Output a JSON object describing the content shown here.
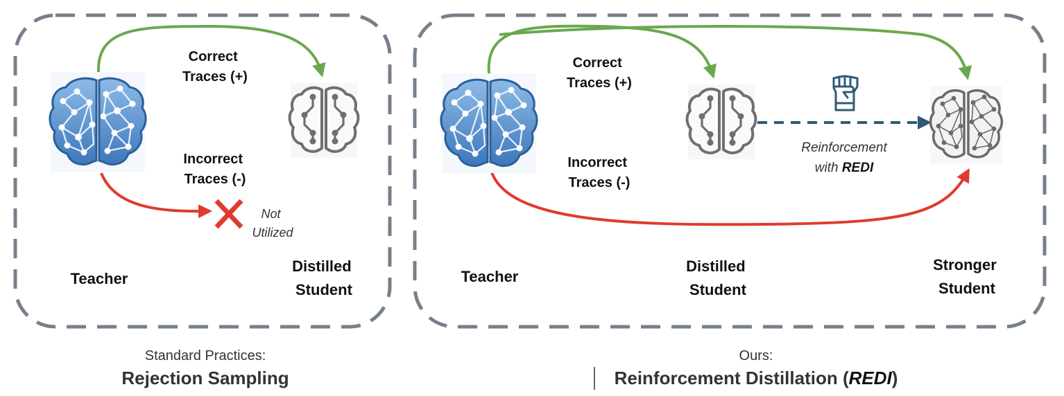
{
  "colors": {
    "panel_border": "#77808a",
    "correct_arrow": "#6aa84f",
    "incorrect_arrow": "#e03a2e",
    "reinforce_arrow": "#2f5a75",
    "teacher_brain": "#4a86c8",
    "student_brain": "#6f6f6f",
    "text": "#111111"
  },
  "left_panel": {
    "correct_traces": [
      "Correct",
      "Traces (+)"
    ],
    "incorrect_traces": [
      "Incorrect",
      "Traces (-)"
    ],
    "not_utilized": [
      "Not",
      "Utilized"
    ],
    "teacher_label": "Teacher",
    "student_label": [
      "Distilled",
      "Student"
    ],
    "caption_top": "Standard Practices:",
    "caption_bottom": "Rejection Sampling"
  },
  "right_panel": {
    "correct_traces": [
      "Correct",
      "Traces (+)"
    ],
    "incorrect_traces": [
      "Incorrect",
      "Traces (-)"
    ],
    "reinforcement": [
      "Reinforcement",
      "with ",
      "REDI"
    ],
    "teacher_label": "Teacher",
    "student_label": [
      "Distilled",
      "Student"
    ],
    "stronger_label": [
      "Stronger",
      "Student"
    ],
    "caption_top": "Ours:",
    "caption_bottom_prefix": "Reinforcement Distillation (",
    "caption_bottom_em": "REDI",
    "caption_bottom_suffix": ")"
  },
  "icons": {
    "teacher": "teacher-brain-icon",
    "student": "student-brain-icon",
    "stronger": "stronger-brain-icon",
    "fist": "raised-fist-icon",
    "cross": "red-x-icon"
  }
}
